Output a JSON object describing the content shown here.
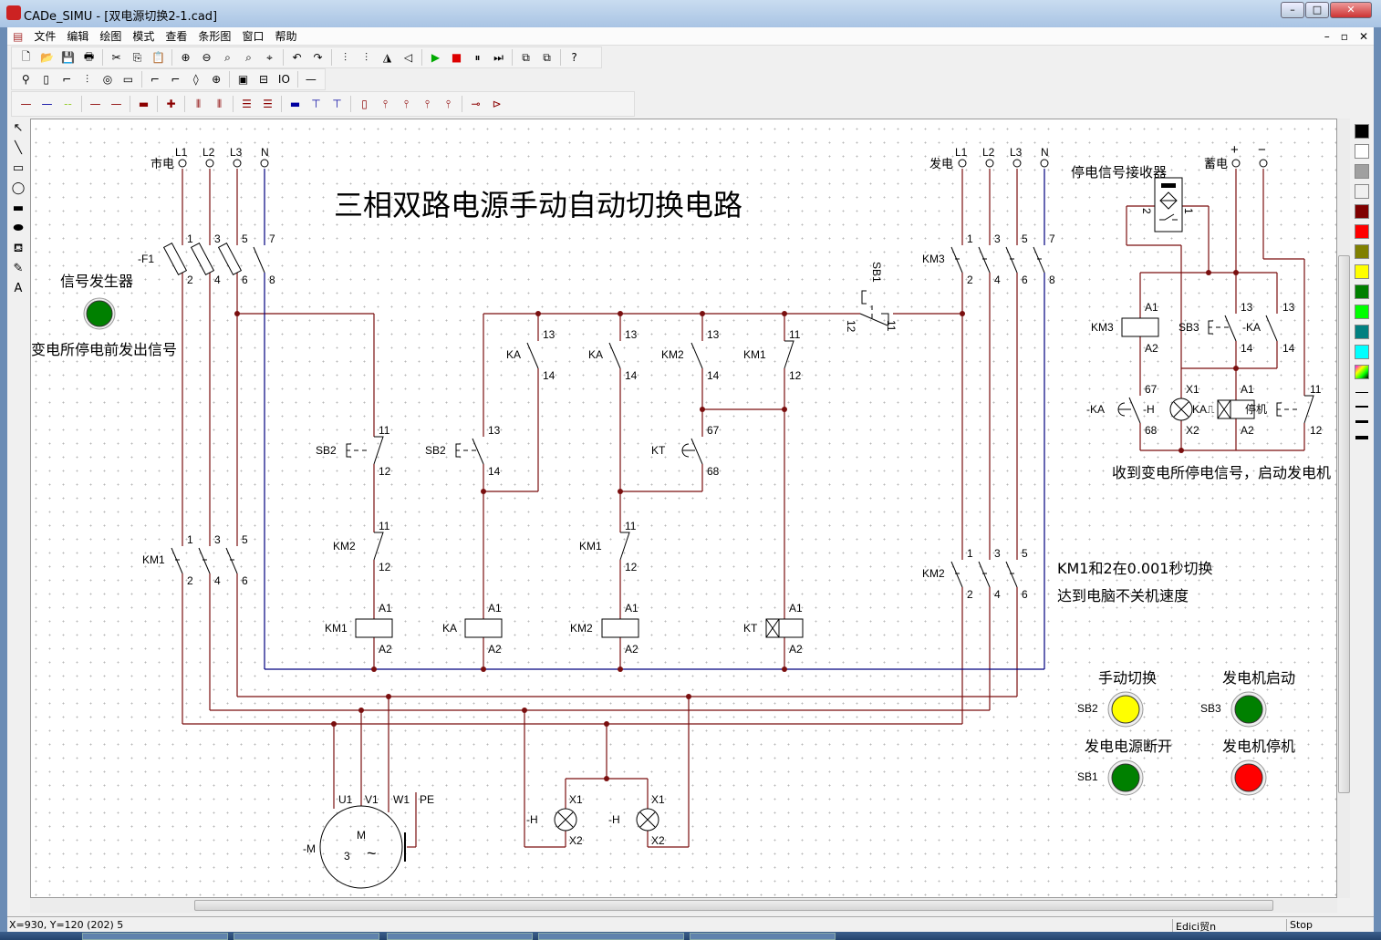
{
  "window": {
    "title": "CADe_SIMU - [双电源切换2-1.cad]",
    "controls": [
      "–",
      "□",
      "✕"
    ]
  },
  "menu": [
    "文件",
    "编辑",
    "绘图",
    "模式",
    "查看",
    "条形图",
    "窗口",
    "帮助"
  ],
  "toolbar1": [
    "🗋",
    "📂",
    "💾",
    "🖶",
    "|",
    "✂",
    "⎘",
    "📋",
    "|",
    "⊕",
    "⊖",
    "⌕",
    "⌕",
    "⌖",
    "|",
    "↶",
    "↷",
    "|",
    "⫶",
    "⫶",
    "◮",
    "◁",
    "|",
    "▶",
    "■",
    "⏸",
    "⏭",
    "|",
    "⧉",
    "⧉",
    "|",
    "?"
  ],
  "toolbar2": [
    "⚲",
    "▯",
    "⌐",
    "⫶",
    "◎",
    "▭",
    "|",
    "⌐",
    "⌐",
    "◊",
    "⊕",
    "|",
    "▣",
    "⊟",
    "IO",
    "|",
    "—"
  ],
  "toolbar3": [
    "—",
    "—",
    "--",
    "|",
    "—",
    "—",
    "|",
    "▬",
    "|",
    "✚",
    "|",
    "⫴",
    "⫴",
    "|",
    "☰",
    "☰",
    "|",
    "▬",
    "⊤",
    "⊤",
    "|",
    "▯",
    "⫯",
    "⫯",
    "⫯",
    "⫯",
    "|",
    "⊸",
    "⊳"
  ],
  "toolbar_colors": {
    "red": "#8b0000",
    "blue": "#0000a0",
    "green": "#9acd32"
  },
  "toolbox": [
    "↖",
    "╲",
    "▭",
    "◯",
    "▬",
    "⬬",
    "⛾",
    "✎",
    "A"
  ],
  "palette": [
    "#000000",
    "#ffffff",
    "#a0a0a0",
    "#f0f0f0",
    "#800000",
    "#ff0000",
    "#808000",
    "#ffff00",
    "#008000",
    "#00ff00",
    "#008080",
    "#00ffff",
    "#ff00ff"
  ],
  "status": {
    "coords": "X=930, Y=120 (202) 5",
    "mode": "Edici贸n",
    "state": "Stop"
  },
  "colors": {
    "wire": "#7a0f0f",
    "neutral": "#00007f",
    "node": "#7a0f0f"
  },
  "diagram": {
    "title": "三相双路电源手动自动切换电路",
    "mains": {
      "label": "市电",
      "phases": [
        "L1",
        "L2",
        "L3",
        "N"
      ]
    },
    "generator": {
      "label": "发电",
      "phases": [
        "L1",
        "L2",
        "L3",
        "N"
      ]
    },
    "fuse": {
      "label": "-F1",
      "top": [
        "1",
        "3",
        "5",
        "7"
      ],
      "bottom": [
        "2",
        "4",
        "6",
        "8"
      ]
    },
    "km3_main": {
      "label": "KM3",
      "top": [
        "1",
        "3",
        "5",
        "7"
      ],
      "bottom": [
        "2",
        "4",
        "6",
        "8"
      ]
    },
    "km1_main": {
      "label": "KM1",
      "top": [
        "1",
        "3",
        "5"
      ],
      "bottom": [
        "2",
        "4",
        "6"
      ]
    },
    "km2_main": {
      "label": "KM2",
      "top": [
        "1",
        "3",
        "5"
      ],
      "bottom": [
        "2",
        "4",
        "6"
      ]
    },
    "signal_gen": {
      "title": "信号发生器",
      "caption": "变电所停电前发出信号"
    },
    "control_labels": [
      "SB2",
      "11",
      "12",
      "KM2",
      "11",
      "12",
      "KM1",
      "A1",
      "A2",
      "SB2",
      "13",
      "14",
      "KA",
      "A1",
      "A2",
      "KA",
      "13",
      "14",
      "KA",
      "13",
      "14",
      "KM1",
      "11",
      "12",
      "KM2",
      "A1",
      "A2",
      "KM2",
      "13",
      "14",
      "KT",
      "67",
      "68",
      "KM1",
      "11",
      "12",
      "KT",
      "A1",
      "A2",
      "SB1",
      "12",
      "11"
    ],
    "motor": {
      "label": "-M",
      "terminals": [
        "U1",
        "V1",
        "W1",
        "PE"
      ],
      "symbol": "M",
      "phase": "3",
      "ac": "~"
    },
    "lamps": [
      {
        "label": "-H",
        "x1": "X1",
        "x2": "X2"
      },
      {
        "label": "-H",
        "x1": "X1",
        "x2": "X2"
      }
    ],
    "receiver": {
      "title": "停电信号接收器",
      "pin_left": "2",
      "pin_right": "1"
    },
    "battery": {
      "label": "蓄电",
      "plus": "+",
      "minus": "−"
    },
    "gen_labels": [
      "A1",
      "KM3",
      "A2",
      "13",
      "SB3",
      "-KA",
      "14",
      "13",
      "14",
      "67",
      "-KA",
      "-H",
      "68",
      "X1",
      "KA⎍",
      "X2",
      "A1",
      "停机",
      "A2",
      "11",
      "12"
    ],
    "gen_caption": "收到变电所停电信号，启动发电机",
    "note": [
      "KM1和2在0.001秒切换",
      "达到电脑不关机速度"
    ],
    "panel": [
      {
        "title": "手动切换",
        "button": "SB2",
        "color": "#ffff00"
      },
      {
        "title": "发电机启动",
        "button": "SB3",
        "color": "#008000"
      },
      {
        "title": "发电电源断开",
        "button": "SB1",
        "color": "#008000"
      },
      {
        "title": "发电机停机",
        "button": "",
        "color": "#ff0000"
      }
    ],
    "signal_lamp_color": "#008000"
  }
}
